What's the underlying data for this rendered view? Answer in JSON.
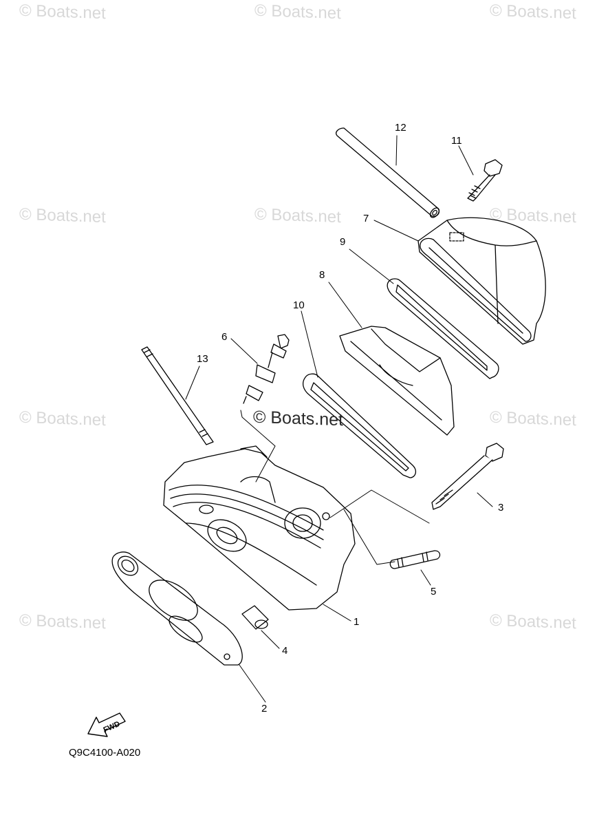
{
  "watermark": "© Boats.net",
  "watermarks": [
    "© Boats.net",
    "© Boats.net",
    "© Boats.net",
    "© Boats.net",
    "© Boats.net",
    "© Boats.net",
    "© Boats.net",
    "© Boats.net",
    "© Boats.net",
    "© Boats.net"
  ],
  "center_watermark": "© Boats.net",
  "callouts": [
    "1",
    "2",
    "3",
    "4",
    "5",
    "6",
    "7",
    "8",
    "9",
    "10",
    "11",
    "12",
    "13"
  ],
  "fwd_label": "FWD",
  "diagram_code": "Q9C4100-A020"
}
